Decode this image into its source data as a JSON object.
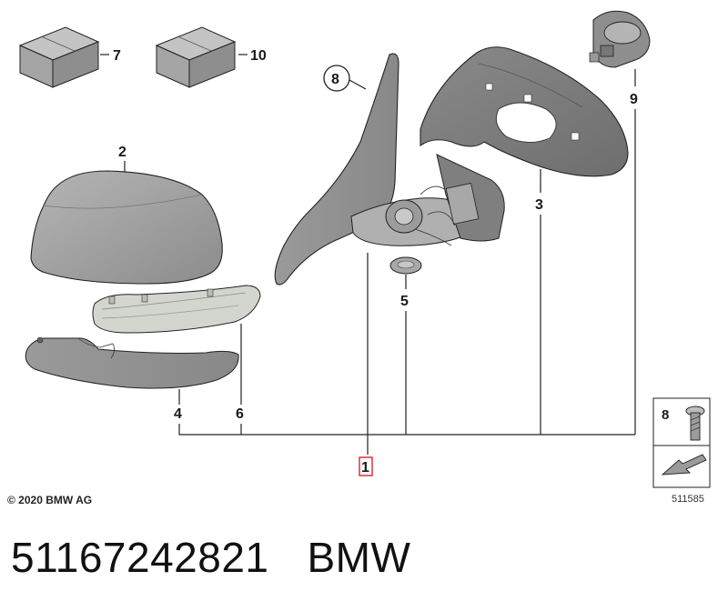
{
  "callouts": {
    "c1": "1",
    "c2": "2",
    "c3": "3",
    "c4": "4",
    "c5": "5",
    "c6": "6",
    "c7": "7",
    "c8": "8",
    "c9": "9",
    "c10": "10"
  },
  "legend": {
    "screw_callout": "8",
    "diagram_number": "511585"
  },
  "copyright": "© 2020 BMW AG",
  "footer": {
    "part_number": "51167242821",
    "brand": "BMW"
  },
  "colors": {
    "part_grey": "#9b9b9b",
    "highlight_red": "#d8141b"
  }
}
